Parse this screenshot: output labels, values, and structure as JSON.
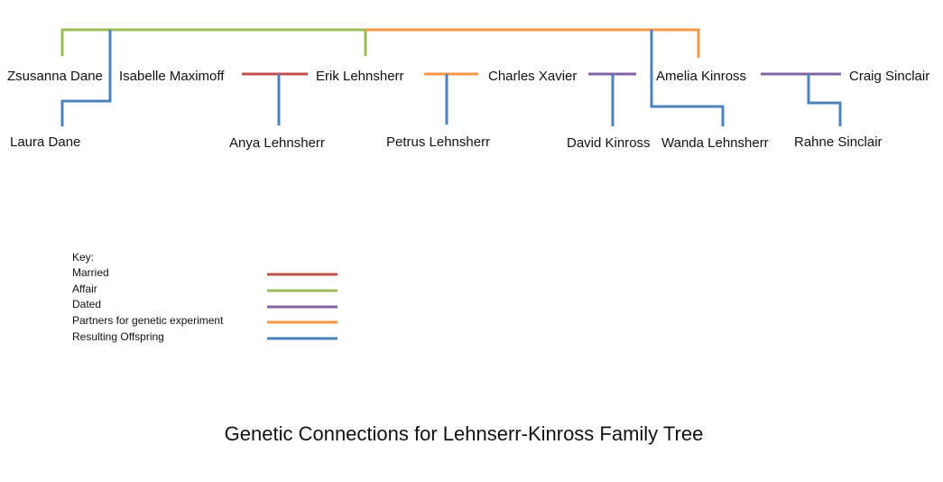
{
  "title": "Genetic Connections for Lehnserr-Kinross Family Tree",
  "colors": {
    "married": "#c0504d",
    "affair": "#9bbb59",
    "dated": "#8064a2",
    "genetic": "#f79646",
    "offspring": "#4f81bd"
  },
  "people": {
    "zsusanna": "Zsusanna Dane",
    "isabelle": "Isabelle Maximoff",
    "erik": "Erik Lehnsherr",
    "charles": "Charles Xavier",
    "amelia": "Amelia Kinross",
    "craig": "Craig Sinclair",
    "laura": "Laura Dane",
    "anya": "Anya Lehnsherr",
    "petrus": "Petrus Lehnsherr",
    "david": "David Kinross",
    "wanda": "Wanda Lehnsherr",
    "rahne": "Rahne Sinclair"
  },
  "key": {
    "heading": "Key:",
    "items": [
      {
        "label": "Married",
        "type": "married"
      },
      {
        "label": "Affair",
        "type": "affair"
      },
      {
        "label": "Dated",
        "type": "dated"
      },
      {
        "label": "Partners for genetic experiment",
        "type": "genetic"
      },
      {
        "label": "Resulting Offspring",
        "type": "offspring"
      }
    ]
  }
}
